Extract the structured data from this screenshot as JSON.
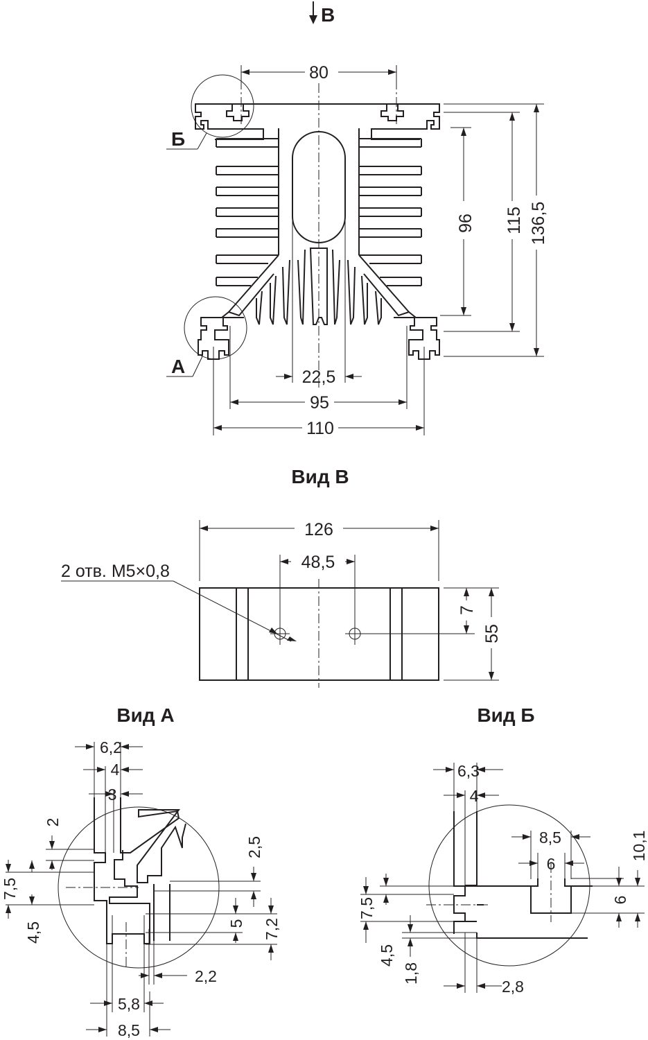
{
  "view_marker": "В",
  "main_view": {
    "dims": {
      "d80": "80",
      "d96": "96",
      "d115": "115",
      "d1365": "136,5",
      "d225": "22,5",
      "d95": "95",
      "d110": "110"
    },
    "callout_a": "А",
    "callout_b": "Б"
  },
  "view_v": {
    "title": "Вид В",
    "dims": {
      "d126": "126",
      "d485": "48,5",
      "d7": "7",
      "d55": "55"
    },
    "hole_note": "2 отв. М5×0,8"
  },
  "view_a": {
    "title": "Вид А",
    "dims": {
      "d62": "6,2",
      "d4": "4",
      "d3": "3",
      "d2": "2",
      "d75": "7,5",
      "d45": "4,5",
      "d25": "2,5",
      "d5": "5",
      "d72": "7,2",
      "d22": "2,2",
      "d58": "5,8",
      "d85": "8,5"
    }
  },
  "view_b": {
    "title": "Вид Б",
    "dims": {
      "d63": "6,3",
      "d4": "4",
      "d85": "8,5",
      "d6a": "6",
      "d101": "10,1",
      "d6b": "6",
      "d75": "7,5",
      "d45": "4,5",
      "d18": "1,8",
      "d28": "2,8"
    }
  }
}
